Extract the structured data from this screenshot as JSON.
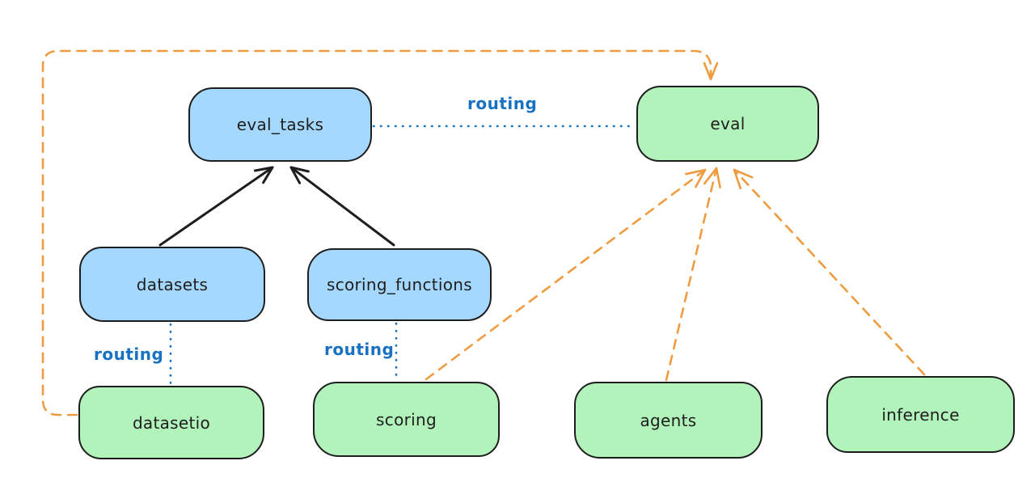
{
  "diagram": {
    "colors": {
      "registry_fill": "#a5d8ff",
      "provider_fill": "#b2f2bb",
      "stroke": "#1e1e1e",
      "routing_label_blue": "#1971c2",
      "orange_connector": "#ee9c3f"
    },
    "nodes": {
      "eval_tasks": {
        "label": "eval_tasks"
      },
      "eval": {
        "label": "eval"
      },
      "datasets": {
        "label": "datasets"
      },
      "scoring_functions": {
        "label": "scoring_functions"
      },
      "datasetio": {
        "label": "datasetio"
      },
      "scoring": {
        "label": "scoring"
      },
      "agents": {
        "label": "agents"
      },
      "inference": {
        "label": "inference"
      }
    },
    "edge_labels": {
      "routing_eval_tasks_eval": "routing",
      "routing_datasets_datasetio": "routing",
      "routing_scoring_functions_scoring": "routing"
    }
  }
}
